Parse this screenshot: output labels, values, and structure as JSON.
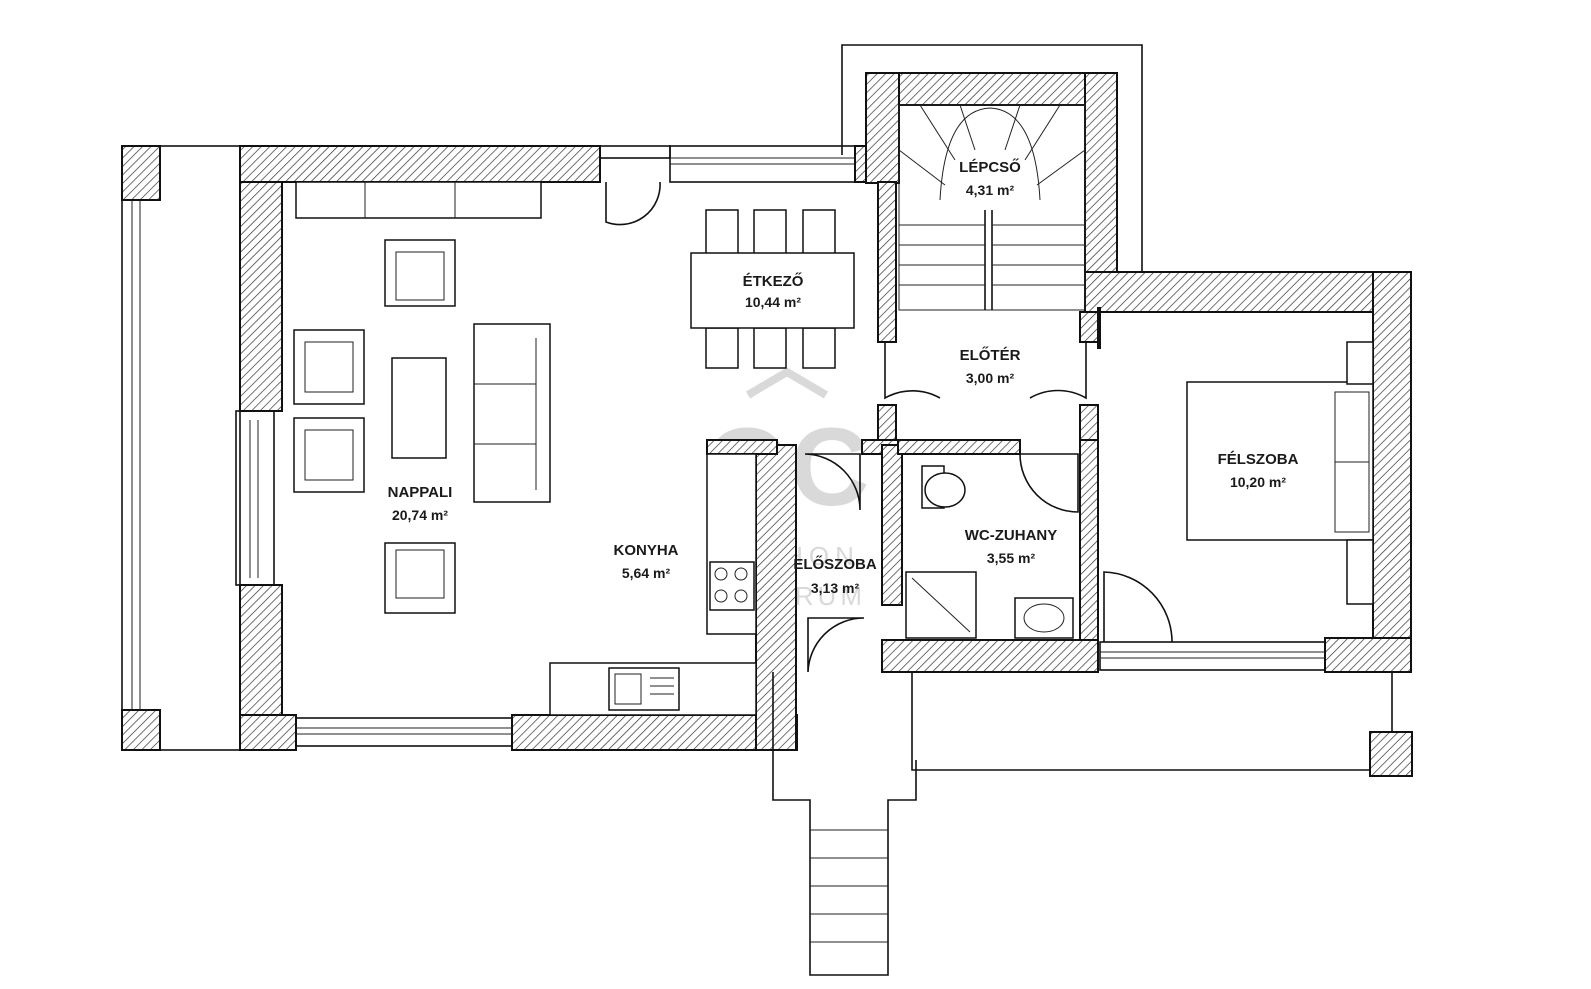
{
  "rooms": {
    "nappali": {
      "name": "NAPPALI",
      "area": "20,74 m²"
    },
    "etkezo": {
      "name": "ÉTKEZŐ",
      "area": "10,44 m²"
    },
    "konyha": {
      "name": "KONYHA",
      "area": "5,64 m²"
    },
    "eloszoba": {
      "name": "ELŐSZOBA",
      "area": "3,13 m²"
    },
    "eloter": {
      "name": "ELŐTÉR",
      "area": "3,00 m²"
    },
    "lepcso": {
      "name": "LÉPCSŐ",
      "area": "4,31 m²"
    },
    "wc": {
      "name": "WC-ZUHANY",
      "area": "3,55 m²"
    },
    "felszoba": {
      "name": "FÉLSZOBA",
      "area": "10,20 m²"
    }
  },
  "watermark": {
    "logo": "OC",
    "line1": "OTTHON",
    "line2": "CENTRUM"
  },
  "colors": {
    "wall_stroke": "#111111",
    "hatch": "#333333",
    "watermark": "#d9d9d9"
  }
}
